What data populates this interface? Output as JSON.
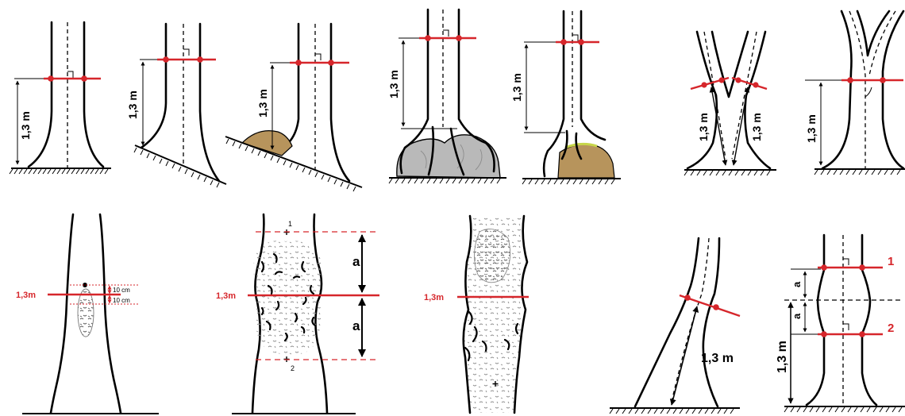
{
  "labels": {
    "h": "1,3 m",
    "h_short": "1,3m",
    "ten_cm_up": "10 cm",
    "ten_cm_down": "10 cm",
    "a": "a",
    "mark_1": "1",
    "mark_2": "2"
  },
  "colors": {
    "measure": "#d6262b",
    "ink": "#000000",
    "rock": "#b9b9b9",
    "soil": "#b7945c",
    "moss": "#c7d64a"
  }
}
